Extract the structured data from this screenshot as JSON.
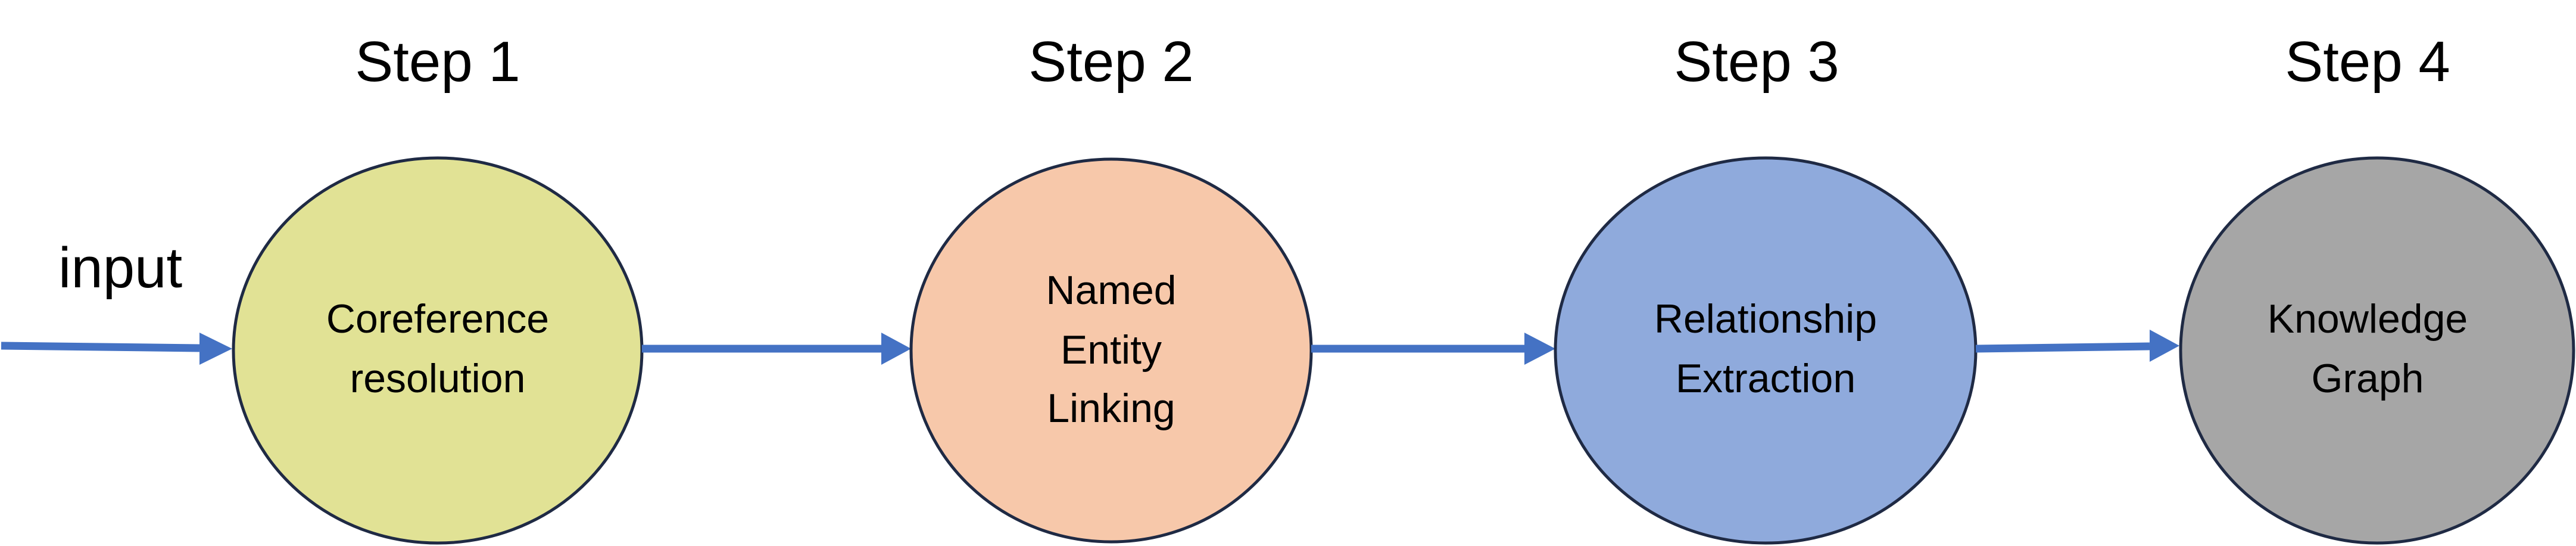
{
  "input_label": "input",
  "steps": [
    {
      "title": "Step 1",
      "lines": [
        "Coreference",
        "resolution"
      ],
      "color": "#e1e295"
    },
    {
      "title": "Step 2",
      "lines": [
        "Named",
        "Entity",
        "Linking"
      ],
      "color": "#f7c8aa"
    },
    {
      "title": "Step 3",
      "lines": [
        "Relationship",
        "Extraction"
      ],
      "color": "#8faadc"
    },
    {
      "title": "Step 4",
      "lines": [
        "Knowledge",
        "Graph"
      ],
      "color": "#a6a6a6"
    }
  ],
  "colors": {
    "arrow": "#4472c4",
    "outline": "#1f2a44"
  }
}
